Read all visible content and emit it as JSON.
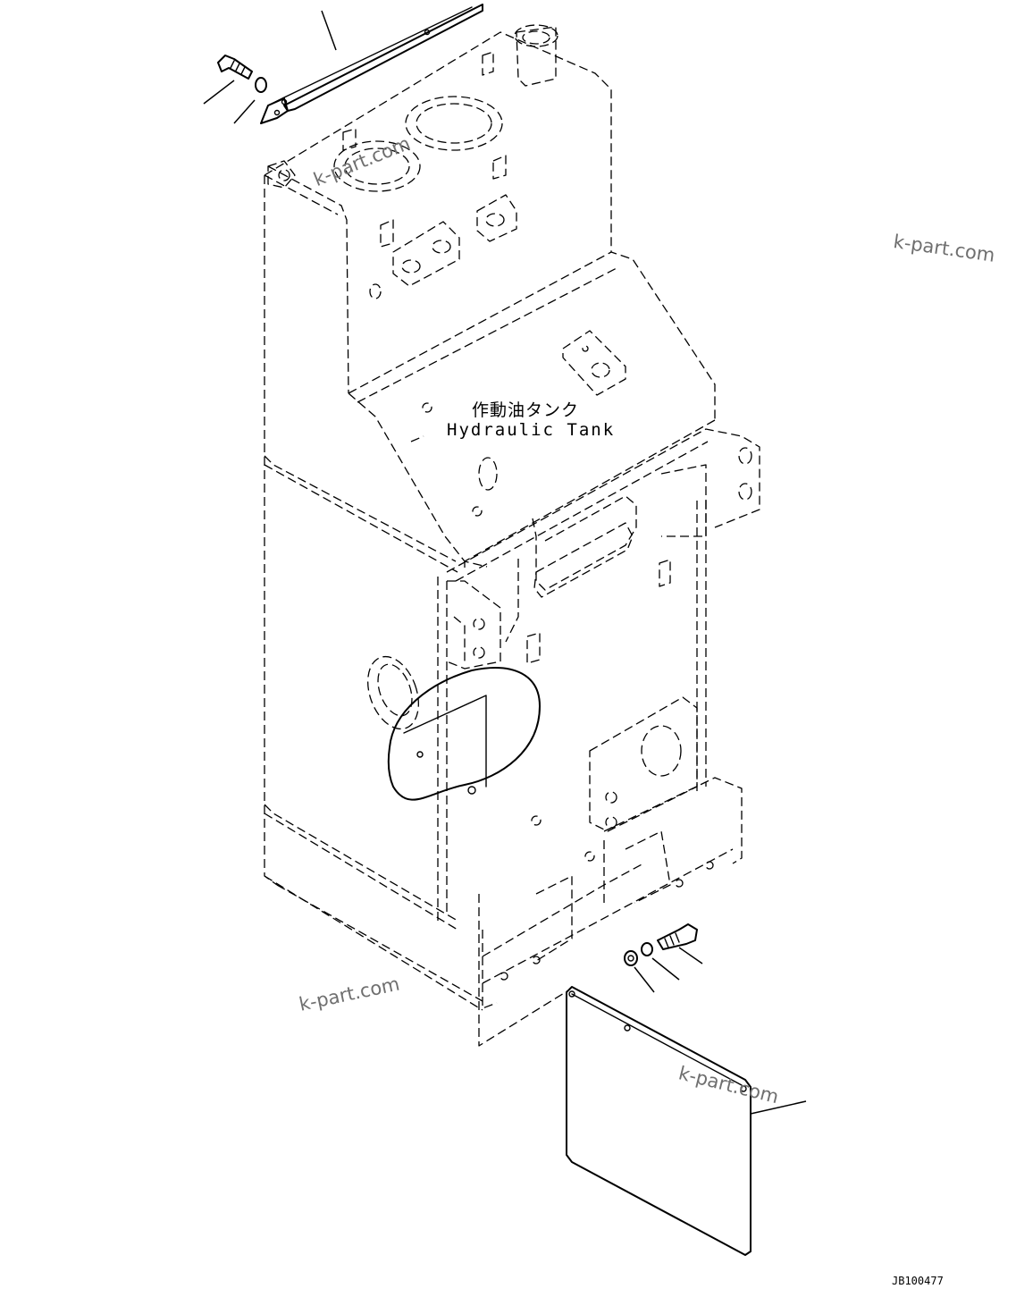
{
  "diagram": {
    "component_label_jp": "作動油タンク",
    "component_label_en": "Hydraulic Tank",
    "drawing_number": "JB100477",
    "watermarks": [
      "k-part.com",
      "k-part.com",
      "k-part.com",
      "k-part.com"
    ]
  }
}
